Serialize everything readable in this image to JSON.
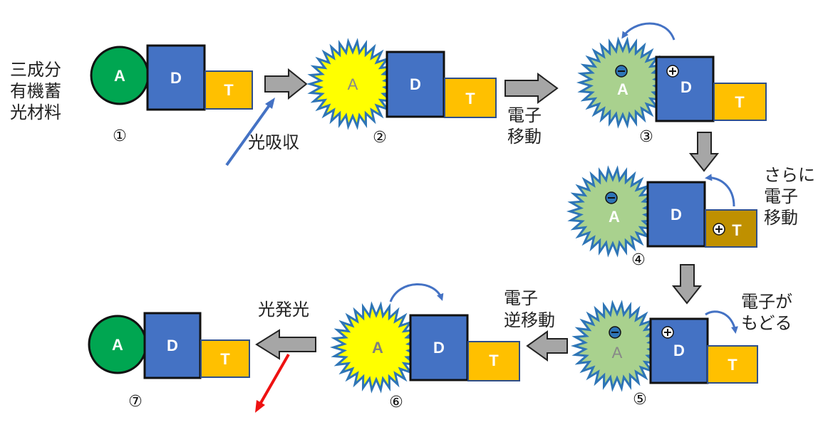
{
  "title_lines": [
    "三成分",
    "有機蓄",
    "光材料"
  ],
  "component_labels": {
    "acceptor": "A",
    "donor": "D",
    "trap": "T"
  },
  "step_numbers": [
    "①",
    "②",
    "③",
    "④",
    "⑤",
    "⑥",
    "⑦"
  ],
  "annotations": {
    "light_absorption": "光吸収",
    "electron_transfer": [
      "電子",
      "移動"
    ],
    "further_transfer": [
      "さらに",
      "電子",
      "移動"
    ],
    "electron_returns": [
      "電子が",
      "もどる"
    ],
    "reverse_transfer": [
      "電子",
      "逆移動"
    ],
    "luminescence": "光発光"
  },
  "colors": {
    "acceptor_ground": "#00a651",
    "acceptor_excited": "#ffff00",
    "acceptor_charged": "#a9d18e",
    "starburst_edge": "#2e75b6",
    "donor": "#4472c4",
    "trap": "#ffc000",
    "trap_charged": "#bf9000",
    "process_arrow": "#a6a6a6",
    "light_in_arrow": "#4472c4",
    "light_out_arrow": "#ee1111",
    "electron": "#2e75b6"
  }
}
